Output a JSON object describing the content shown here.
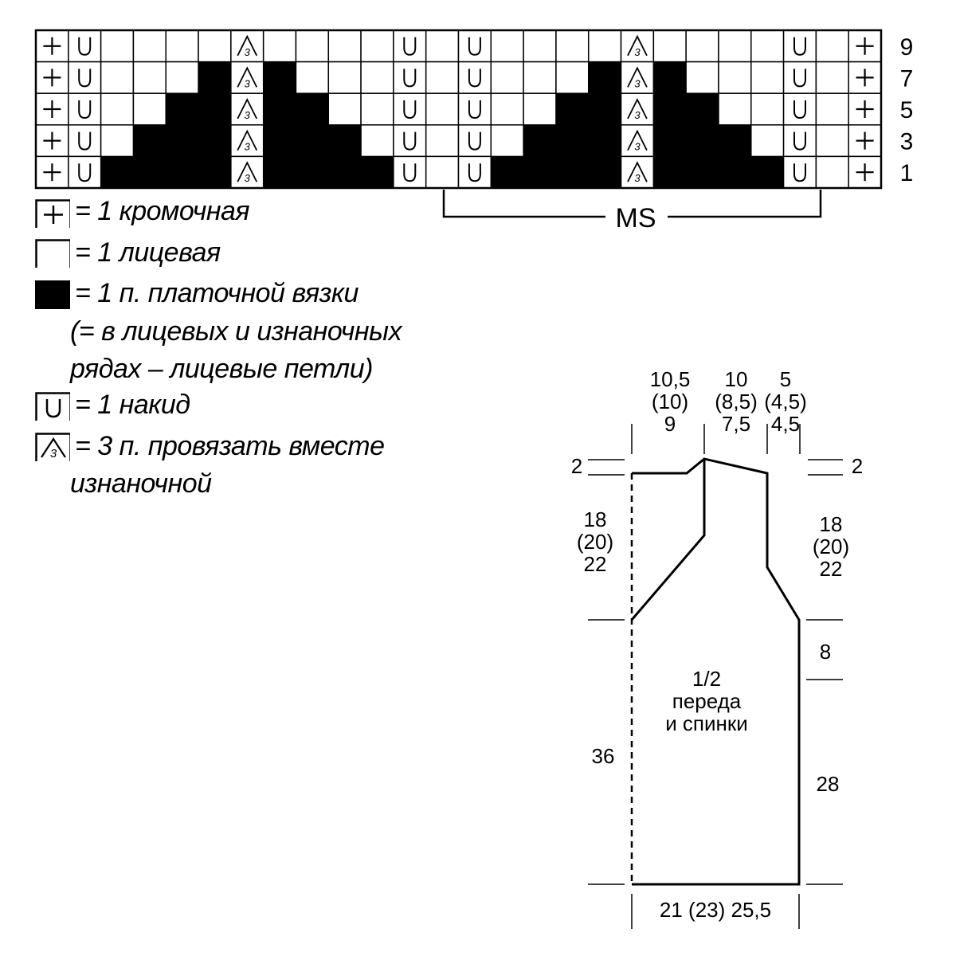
{
  "chart_grid": {
    "row_numbers": [
      "9",
      "7",
      "5",
      "3",
      "1"
    ],
    "repeat_label": "MS",
    "rows": [
      "+ U . . . . T . . . . U . U . . . . T . . . . U . +",
      "+ U . . . # T # . . . U . U . . . # T # . . . U . +",
      "+ U . . # # T # # . . U . U . . # # T # # . . U . +",
      "+ U . # # # T # # # . U . U . # # # T # # # . U . +",
      "+ U # # # # T # # # # U . U # # # # T # # # # U . +"
    ],
    "legend": {
      "selvedge": "= 1 кромочная",
      "knit": "= 1 лицевая",
      "garter_line1": "= 1 п. платочной вязки",
      "garter_line2": "(= в лицевых и изнаночных",
      "garter_line3": "рядах – лицевые петли)",
      "yarn_over": "= 1 накид",
      "k3tog_line1": "= 3 п. провязать вместе",
      "k3tog_line2": "изнаночной"
    }
  },
  "schema": {
    "title_line1": "1/2",
    "title_line2": "переда",
    "title_line3": "и спинки",
    "top_left_width": [
      "10,5",
      "(10)",
      "9"
    ],
    "top_mid_width": [
      "10",
      "(8,5)",
      "7,5"
    ],
    "top_right_width": [
      "5",
      "(4,5)",
      "4,5"
    ],
    "left_shoulder_drop": "2",
    "right_shoulder_drop": "2",
    "left_armhole": [
      "18",
      "(20)",
      "22"
    ],
    "right_armhole": [
      "18",
      "(20)",
      "22"
    ],
    "left_length": "36",
    "right_upper": "8",
    "right_lower": "28",
    "bottom_width": "21 (23) 25,5"
  }
}
